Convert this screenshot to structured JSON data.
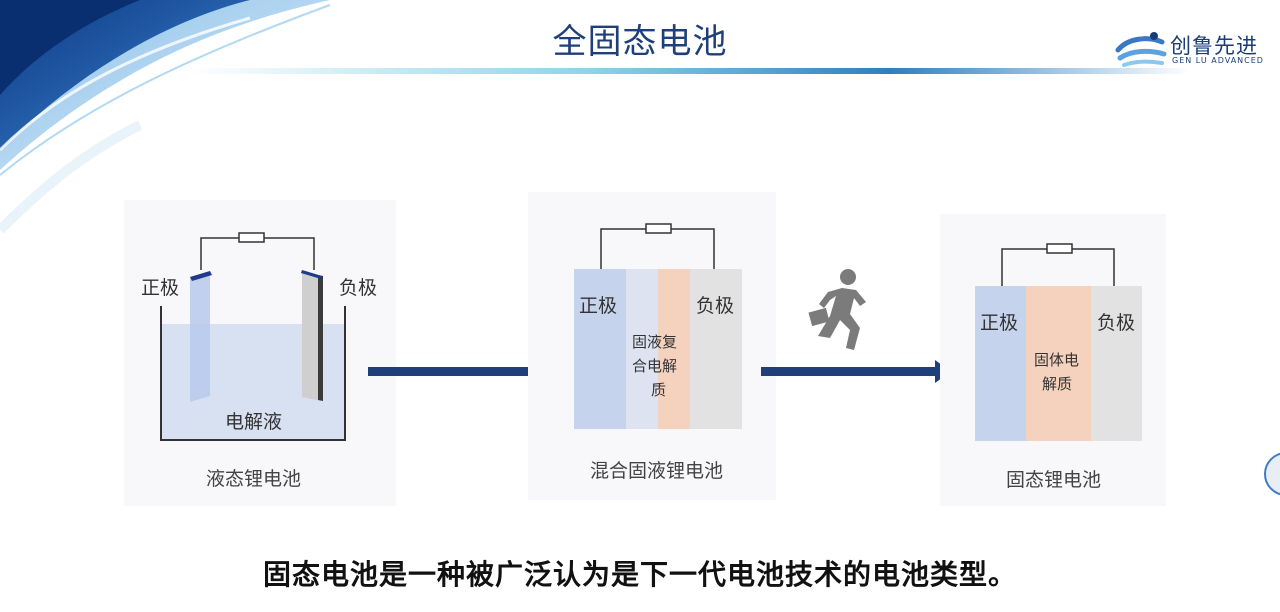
{
  "header": {
    "title": "全固态电池",
    "logo_cn": "创鲁先进",
    "logo_en": "GEN LU ADVANCED"
  },
  "diagram": {
    "liquid": {
      "positive": "正极",
      "negative": "负极",
      "electrolyte": "电解液",
      "caption": "液态锂电池"
    },
    "hybrid": {
      "positive": "正极",
      "negative": "负极",
      "electrolyte_lines": [
        "固液复",
        "合电解",
        "质"
      ],
      "caption": "混合固液锂电池"
    },
    "solid": {
      "positive": "正极",
      "negative": "负极",
      "electrolyte_lines": [
        "固体电",
        "解质"
      ],
      "caption": "固态锂电池"
    }
  },
  "footer": {
    "statement": "固态电池是一种被广泛认为是下一代电池技术的电池类型。"
  },
  "colors": {
    "title": "#1e3f7a",
    "arrow": "#1f3f7a",
    "positive_electrode": "#c5d3ec",
    "electrolyte_hybrid": "#f5d2bd",
    "negative_electrode": "#e2e2e2",
    "electrolyte_liquid": "#d8e1f1"
  },
  "icons": [
    "running-person-icon"
  ]
}
